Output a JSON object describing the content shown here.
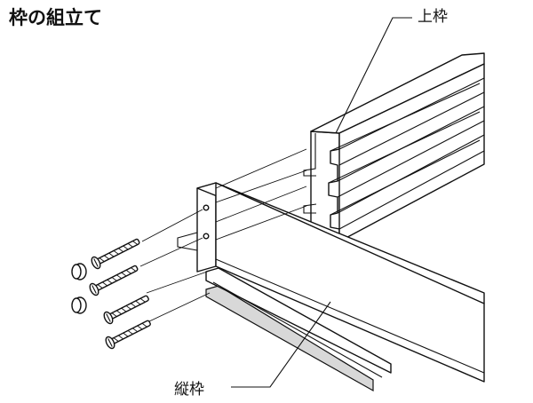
{
  "title": "枠の組立て",
  "labels": {
    "upper_frame": "上枠",
    "vertical_frame": "縦枠"
  }
}
